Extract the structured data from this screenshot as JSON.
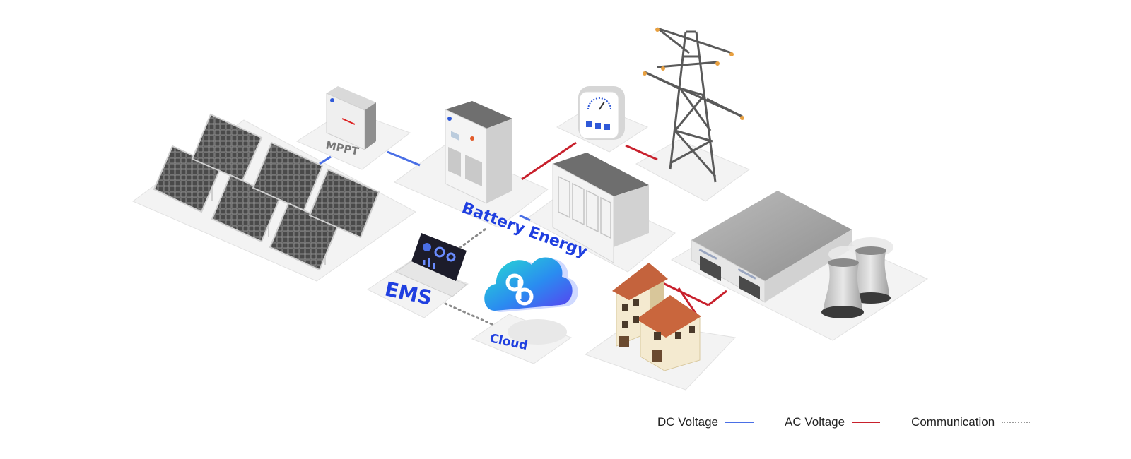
{
  "labels": {
    "mppt": "MPPT",
    "battery": "Battery Energy",
    "ems": "EMS",
    "cloud": "Cloud"
  },
  "legend": [
    {
      "label": "DC Voltage",
      "style": "solid",
      "color": "#4a6fe6"
    },
    {
      "label": "AC Voltage",
      "style": "solid",
      "color": "#c8202c"
    },
    {
      "label": "Communication",
      "style": "dotted",
      "color": "#9a9a9a"
    }
  ],
  "colors": {
    "dc": "#4a6fe6",
    "ac": "#c8202c",
    "comm": "#8c8c8c",
    "label_blue": "#1f3fe0",
    "platform": "#f2f2f2"
  },
  "icons": [
    "solar-panel-icon",
    "mppt-inverter-icon",
    "pcs-cabinet-icon",
    "battery-container-icon",
    "meter-icon",
    "transmission-tower-icon",
    "laptop-icon",
    "cloud-icon",
    "house-icon",
    "factory-icon",
    "cooling-tower-icon"
  ]
}
